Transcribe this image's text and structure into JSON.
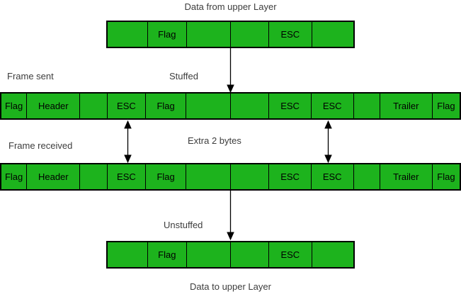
{
  "diagram": {
    "title_top": "Data from upper Layer",
    "title_bottom": "Data to upper Layer",
    "label_frame_sent": "Frame sent",
    "label_stuffed": "Stuffed",
    "label_frame_received": "Frame received",
    "label_extra_bytes": "Extra 2 bytes",
    "label_unstuffed": "Unstuffed"
  },
  "colors": {
    "cell_fill": "#1db31d",
    "border": "#000000",
    "label_text": "#3d3d3d"
  },
  "bars": {
    "data_top": {
      "cells": [
        {
          "label": "",
          "w": 57
        },
        {
          "label": "Flag",
          "w": 56
        },
        {
          "label": "",
          "w": 63
        },
        {
          "label": "",
          "w": 54
        },
        {
          "label": "ESC",
          "w": 61
        },
        {
          "label": "",
          "w": 60
        }
      ]
    },
    "frame_sent": {
      "cells": [
        {
          "label": "Flag",
          "w": 36
        },
        {
          "label": "Header",
          "w": 76
        },
        {
          "label": "",
          "w": 38
        },
        {
          "label": "ESC",
          "w": 55
        },
        {
          "label": "Flag",
          "w": 57
        },
        {
          "label": "",
          "w": 63
        },
        {
          "label": "",
          "w": 55
        },
        {
          "label": "ESC",
          "w": 60
        },
        {
          "label": "ESC",
          "w": 60
        },
        {
          "label": "",
          "w": 37
        },
        {
          "label": "Trailer",
          "w": 75
        },
        {
          "label": "Flag",
          "w": 39
        }
      ]
    },
    "frame_received": {
      "cells": [
        {
          "label": "Flag",
          "w": 36
        },
        {
          "label": "Header",
          "w": 76
        },
        {
          "label": "",
          "w": 38
        },
        {
          "label": "ESC",
          "w": 55
        },
        {
          "label": "Flag",
          "w": 57
        },
        {
          "label": "",
          "w": 63
        },
        {
          "label": "",
          "w": 55
        },
        {
          "label": "ESC",
          "w": 60
        },
        {
          "label": "ESC",
          "w": 60
        },
        {
          "label": "",
          "w": 37
        },
        {
          "label": "Trailer",
          "w": 75
        },
        {
          "label": "Flag",
          "w": 39
        }
      ]
    },
    "data_bottom": {
      "cells": [
        {
          "label": "",
          "w": 57
        },
        {
          "label": "Flag",
          "w": 56
        },
        {
          "label": "",
          "w": 63
        },
        {
          "label": "",
          "w": 54
        },
        {
          "label": "ESC",
          "w": 61
        },
        {
          "label": "",
          "w": 60
        }
      ]
    }
  }
}
